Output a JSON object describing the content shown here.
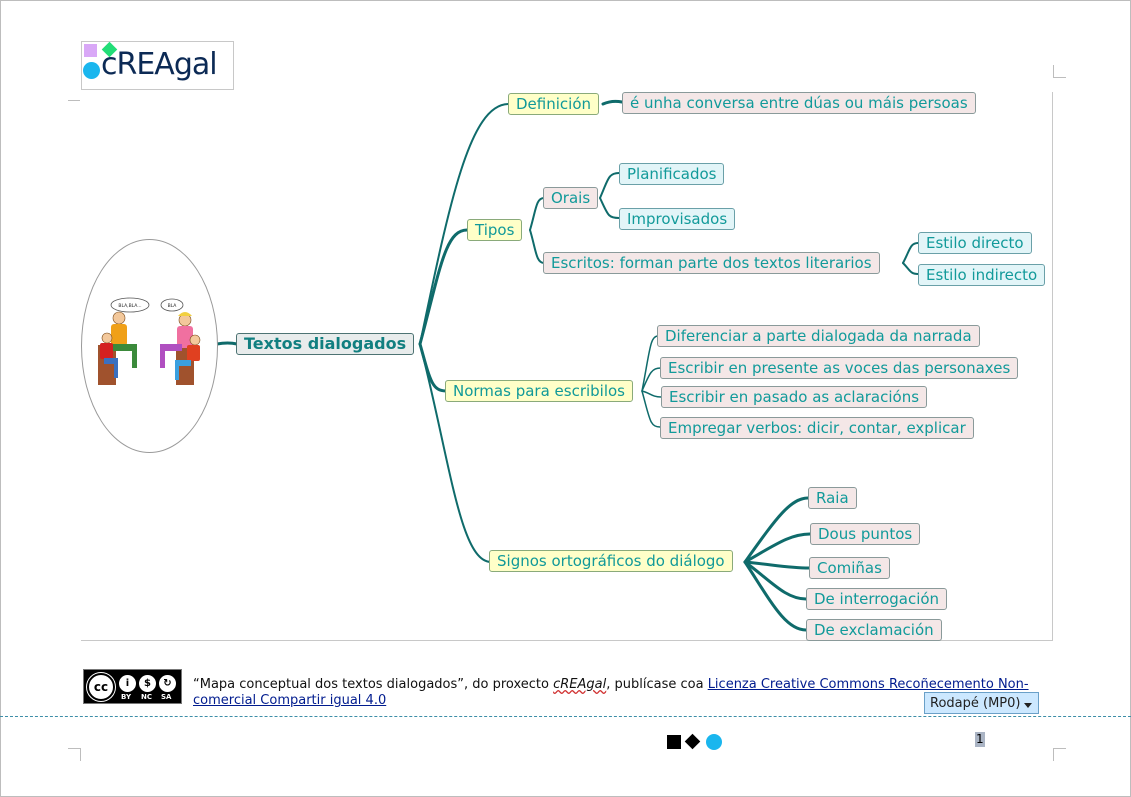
{
  "logo": {
    "text": "cREAgal"
  },
  "mindmap": {
    "root": "Textos dialogados",
    "branches": {
      "definicion": {
        "label": "Definición",
        "children": [
          "é unha conversa entre dúas ou máis persoas"
        ]
      },
      "tipos": {
        "label": "Tipos",
        "orais": {
          "label": "Orais",
          "children": [
            "Planificados",
            "Improvisados"
          ]
        },
        "escritos": {
          "label": "Escritos: forman parte dos textos literarios",
          "children": [
            "Estilo directo",
            "Estilo indirecto"
          ]
        }
      },
      "normas": {
        "label": "Normas para escribilos",
        "children": [
          "Diferenciar a parte dialogada da narrada",
          "Escribir en presente as voces das personaxes",
          "Escribir en pasado as aclaracións",
          "Empregar verbos: dicir, contar, explicar"
        ]
      },
      "signos": {
        "label": "Signos ortográficos do diálogo",
        "children": [
          "Raia",
          "Dous puntos",
          "Comiñas",
          "De interrogación",
          "De exclamación"
        ]
      }
    },
    "illustration": {
      "bubble1": "BLA,BLA...",
      "bubble2": "BLA"
    }
  },
  "footer": {
    "quote": "“Mapa conceptual dos textos dialogados”, do proxecto ",
    "project": "cREAgal",
    "middle": ", publícase coa ",
    "license_link": "Licenza Creative Commons Recoñecemento Non-comercial Compartir igual 4.0",
    "cc_labels": {
      "cc": "cc",
      "by": "BY",
      "nc": "NC",
      "sa": "SA"
    },
    "rodape_button": "Rodapé (MP0)",
    "page_number": "1"
  },
  "colors": {
    "branch": "#0f6b6b",
    "node_text": "#129a9a",
    "yellow_node": "#ffffc8",
    "pink_node": "#f4e7e7",
    "blue_node": "#e2f5f8",
    "footer_separator": "#3d8ea8",
    "rodape_bg": "#cce8ff"
  }
}
